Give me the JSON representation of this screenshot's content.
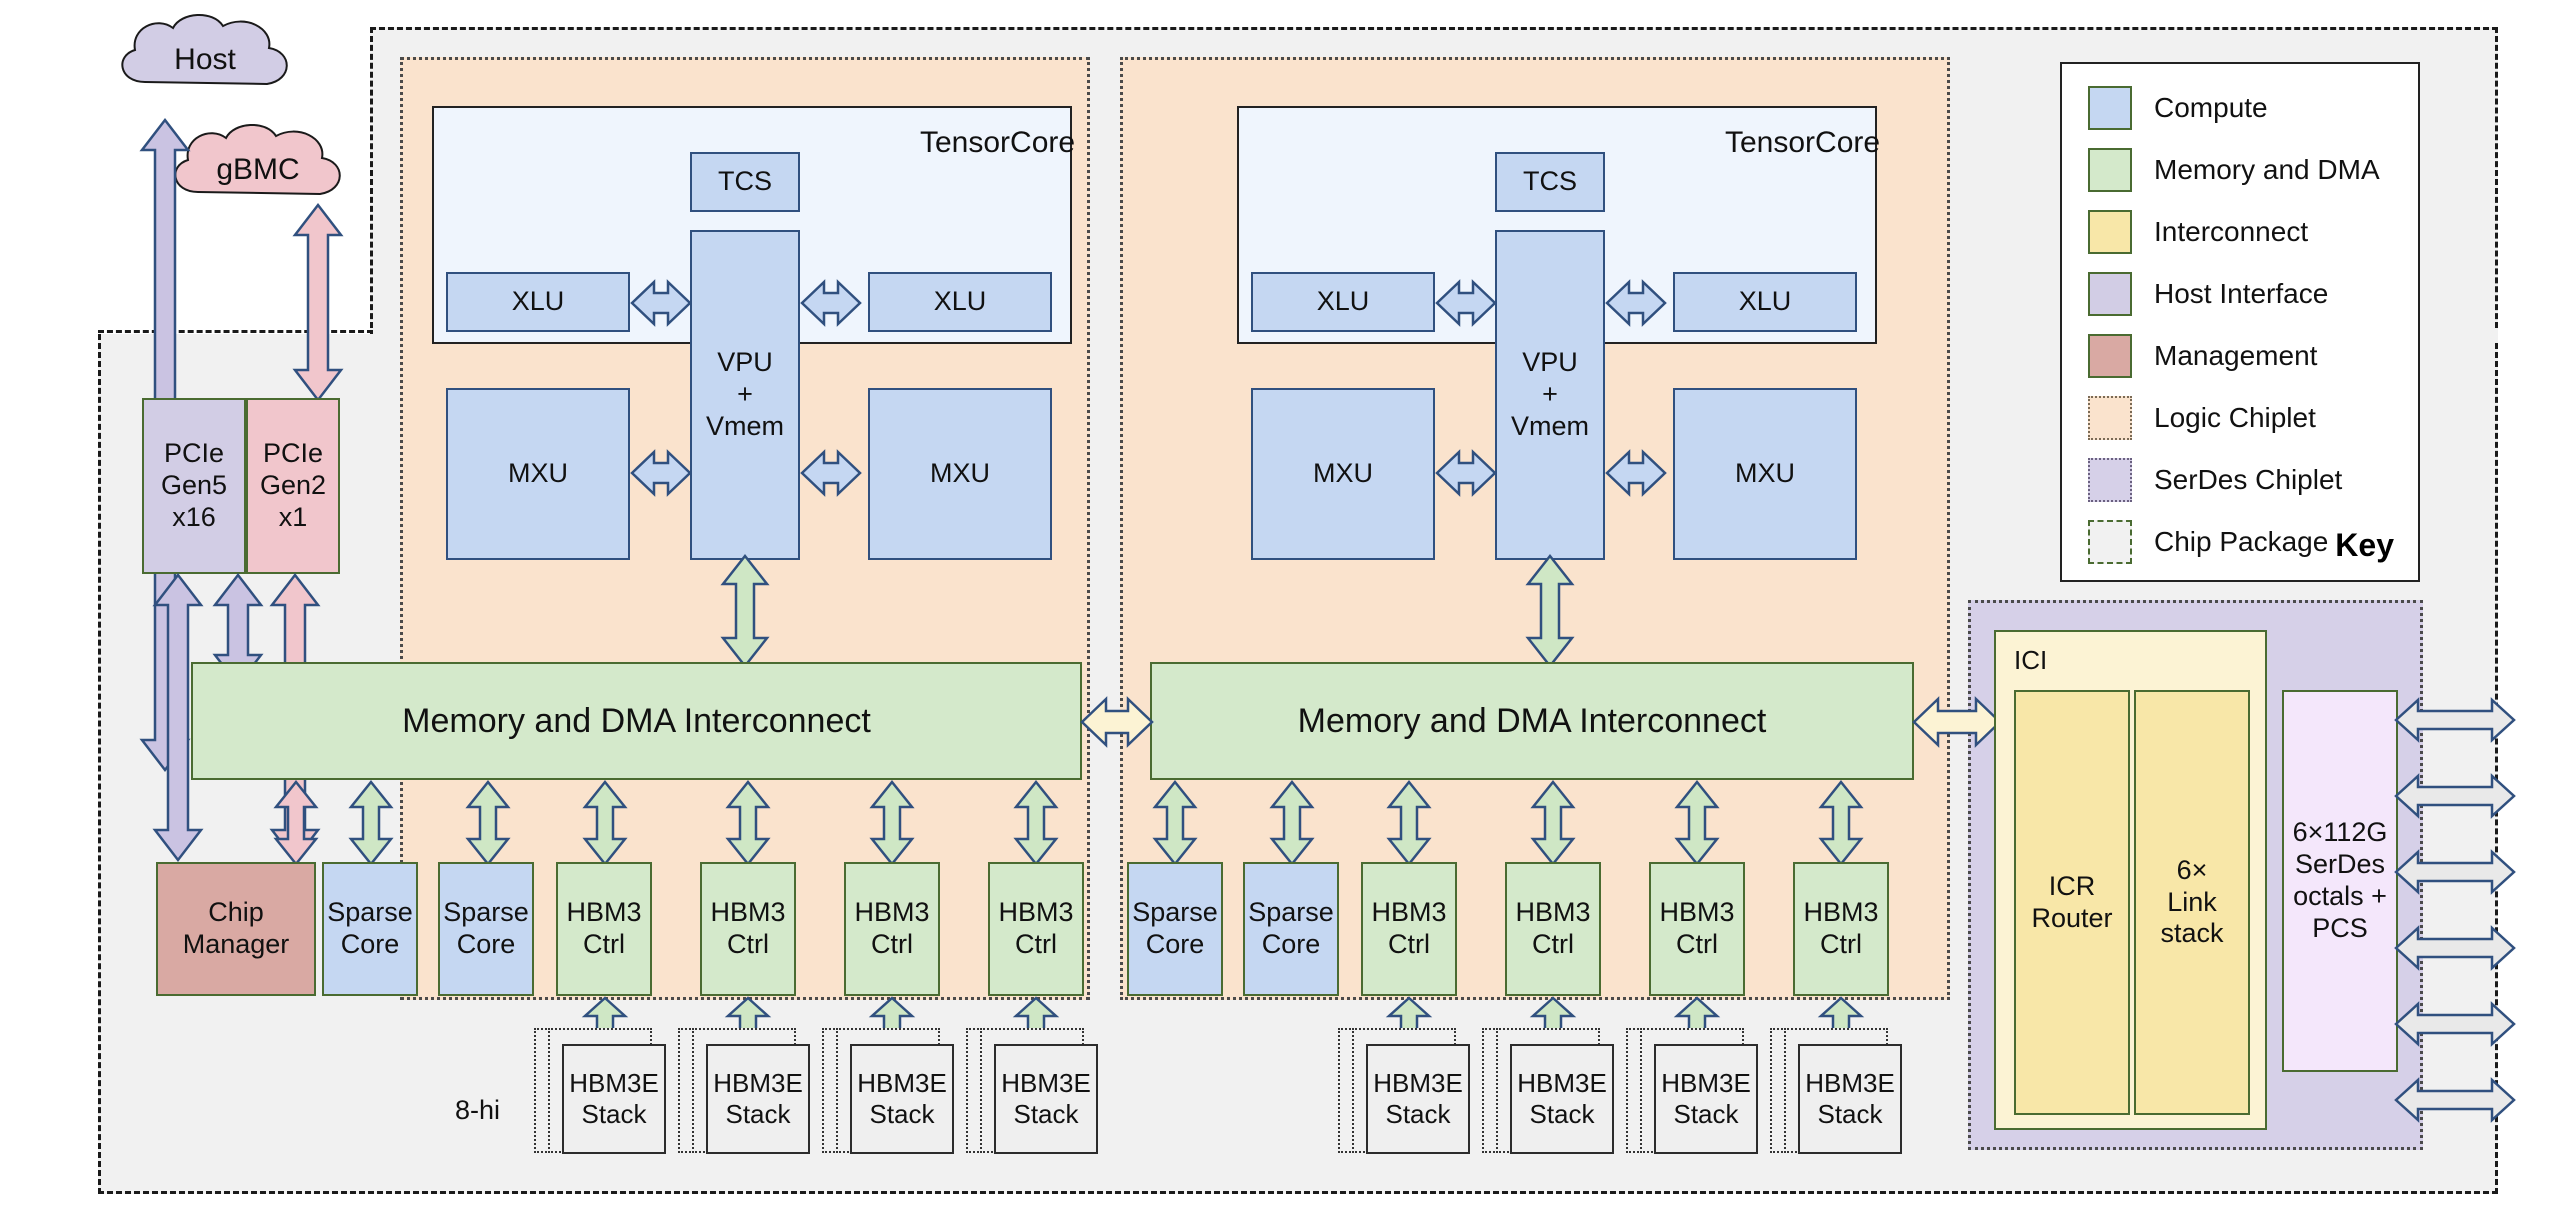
{
  "diagram": {
    "title": "TPU chip package block diagram",
    "external_nodes": [
      {
        "id": "host",
        "label": "Host",
        "color": "#d2cde5"
      },
      {
        "id": "gbmc",
        "label": "gBMC",
        "color": "#f1c6cc"
      }
    ],
    "annotations": [
      {
        "id": "hbm-height",
        "label": "8-hi"
      }
    ],
    "legend": {
      "title": "Key",
      "items": [
        {
          "label": "Compute",
          "color": "#c5d7f2",
          "style": "solid"
        },
        {
          "label": "Memory and DMA",
          "color": "#d4e9cb",
          "style": "solid"
        },
        {
          "label": "Interconnect",
          "color": "#f8e7a8",
          "style": "solid"
        },
        {
          "label": "Host Interface",
          "color": "#d2cde5",
          "style": "solid"
        },
        {
          "label": "Management",
          "color": "#d9a9a3",
          "style": "solid"
        },
        {
          "label": "Logic Chiplet",
          "color": "#fae3cd",
          "style": "dotted"
        },
        {
          "label": "SerDes Chiplet",
          "color": "#d6d0e8",
          "style": "dotted"
        },
        {
          "label": "Chip Package",
          "color": "#f1f1f1",
          "style": "dashed"
        }
      ]
    },
    "host_interface": {
      "pcie_gen5": "PCIe\nGen5\nx16",
      "pcie_gen5_lines": [
        "PCIe",
        "Gen5",
        "x16"
      ],
      "pcie_gen2_lines": [
        "PCIe",
        "Gen2",
        "x1"
      ],
      "chip_manager_lines": [
        "Chip",
        "Manager"
      ]
    },
    "tensorcores": [
      {
        "title": "TensorCore",
        "tcs": "TCS",
        "vpu_lines": [
          "VPU",
          "+",
          "Vmem"
        ],
        "xlu_left": "XLU",
        "xlu_right": "XLU",
        "mxu_left": "MXU",
        "mxu_right": "MXU"
      },
      {
        "title": "TensorCore",
        "tcs": "TCS",
        "vpu_lines": [
          "VPU",
          "+",
          "Vmem"
        ],
        "xlu_left": "XLU",
        "xlu_right": "XLU",
        "mxu_left": "MXU",
        "mxu_right": "MXU"
      }
    ],
    "interconnect_bars": [
      {
        "label": "Memory and DMA Interconnect"
      },
      {
        "label": "Memory and DMA Interconnect"
      }
    ],
    "left_chiplet_blocks": [
      {
        "label_lines": [
          "Chip",
          "Manager"
        ],
        "category": "Management"
      },
      {
        "label_lines": [
          "Sparse",
          "Core"
        ],
        "category": "Compute"
      },
      {
        "label_lines": [
          "Sparse",
          "Core"
        ],
        "category": "Compute"
      },
      {
        "label_lines": [
          "HBM3",
          "Ctrl"
        ],
        "category": "Memory and DMA"
      },
      {
        "label_lines": [
          "HBM3",
          "Ctrl"
        ],
        "category": "Memory and DMA"
      },
      {
        "label_lines": [
          "HBM3",
          "Ctrl"
        ],
        "category": "Memory and DMA"
      },
      {
        "label_lines": [
          "HBM3",
          "Ctrl"
        ],
        "category": "Memory and DMA"
      }
    ],
    "right_chiplet_blocks": [
      {
        "label_lines": [
          "Sparse",
          "Core"
        ],
        "category": "Compute"
      },
      {
        "label_lines": [
          "Sparse",
          "Core"
        ],
        "category": "Compute"
      },
      {
        "label_lines": [
          "HBM3",
          "Ctrl"
        ],
        "category": "Memory and DMA"
      },
      {
        "label_lines": [
          "HBM3",
          "Ctrl"
        ],
        "category": "Memory and DMA"
      },
      {
        "label_lines": [
          "HBM3",
          "Ctrl"
        ],
        "category": "Memory and DMA"
      },
      {
        "label_lines": [
          "HBM3",
          "Ctrl"
        ],
        "category": "Memory and DMA"
      }
    ],
    "hbm_stacks": {
      "label_lines": [
        "HBM3E",
        "Stack"
      ],
      "left_count": 4,
      "right_count": 4
    },
    "ici": {
      "group_label": "ICI",
      "router_lines": [
        "ICR",
        "Router"
      ],
      "link_stack_lines": [
        "6×",
        "Link",
        "stack"
      ]
    },
    "serdes": {
      "label_lines": [
        "6×112G",
        "SerDes",
        "octals +",
        "PCS"
      ],
      "link_arrow_count": 6
    },
    "colors": {
      "compute": "#c5d7f2",
      "memory_dma": "#d4e9cb",
      "interconnect": "#f8e7a8",
      "host_interface": "#d2cde5",
      "management": "#d9a9a3",
      "logic_chiplet": "#fae3cd",
      "serdes_chiplet": "#d6d0e8",
      "chip_package": "#f1f1f1",
      "tensorcore_bg": "#eff5fd",
      "serdes_block": "#f4e7fb",
      "arrow_outline": "#30507f"
    }
  }
}
